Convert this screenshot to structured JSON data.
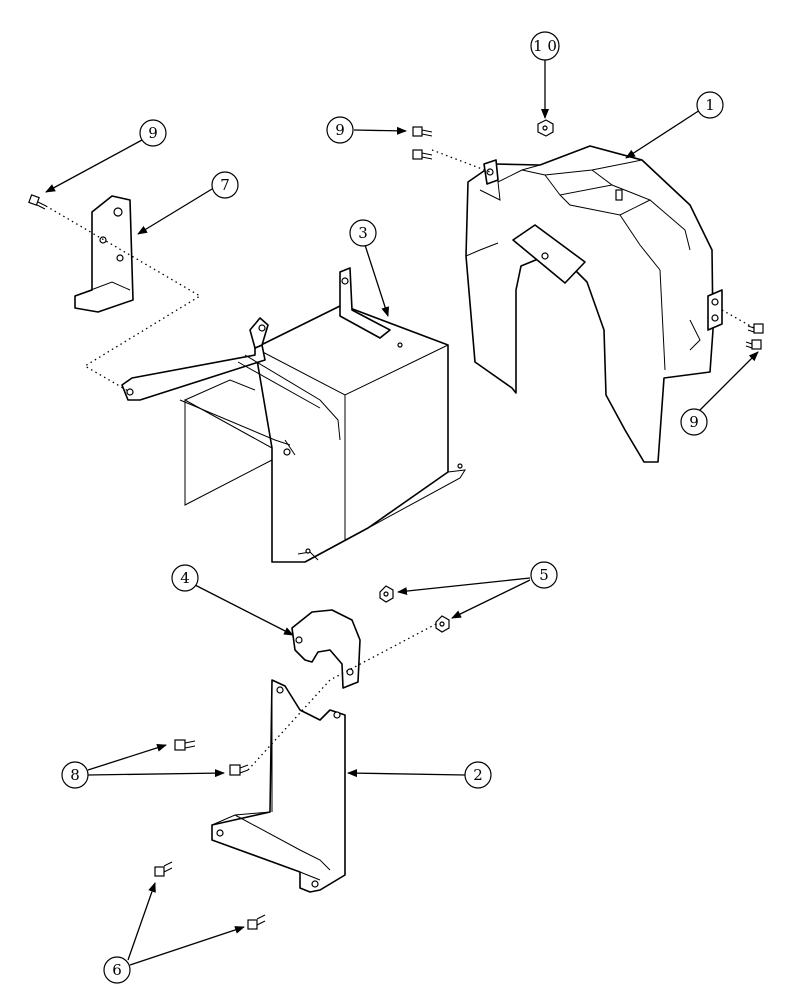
{
  "callouts": [
    {
      "id": "c1",
      "label": "1"
    },
    {
      "id": "c2",
      "label": "2"
    },
    {
      "id": "c3",
      "label": "3"
    },
    {
      "id": "c4",
      "label": "4"
    },
    {
      "id": "c5",
      "label": "5"
    },
    {
      "id": "c6",
      "label": "6"
    },
    {
      "id": "c7",
      "label": "7"
    },
    {
      "id": "c8",
      "label": "8"
    },
    {
      "id": "c9a",
      "label": "9"
    },
    {
      "id": "c9b",
      "label": "9"
    },
    {
      "id": "c9c",
      "label": "9"
    },
    {
      "id": "c10",
      "label": "1 0"
    }
  ]
}
